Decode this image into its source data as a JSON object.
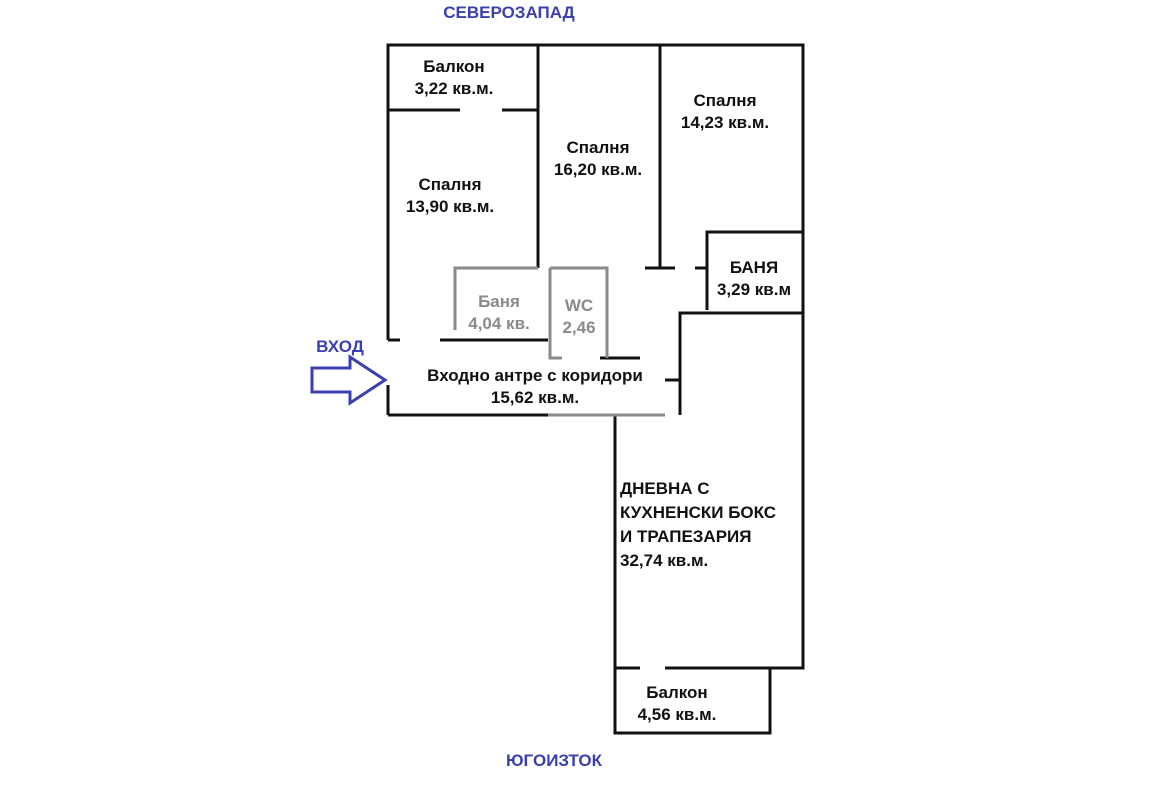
{
  "directions": {
    "north": "СЕВЕРОЗАПАД",
    "south": "ЮГОИЗТОК",
    "entrance": "ВХОД"
  },
  "rooms": [
    {
      "name": "Балкон",
      "area": "3,22 кв.м."
    },
    {
      "name": "Спалня",
      "area": "16,20 кв.м."
    },
    {
      "name": "Спалня",
      "area": "14,23 кв.м."
    },
    {
      "name": "Спалня",
      "area": "13,90 кв.м."
    },
    {
      "name": "БАНЯ",
      "area": "3,29 кв.м"
    },
    {
      "name": "Баня",
      "area": "4,04 кв."
    },
    {
      "name": "WC",
      "area": "2,46"
    },
    {
      "name": "Входно антре с коридори",
      "area": "15,62 кв.м."
    },
    {
      "name": "ДНЕВНА С",
      "name2": "КУХНЕНСКИ БОКС",
      "name3": "И ТРАПЕЗАРИЯ",
      "area": "32,74 кв.м."
    },
    {
      "name": "Балкон",
      "area": "4,56 кв.м."
    }
  ],
  "colors": {
    "wall": "#111111",
    "inner_wall": "#8a8a8a",
    "accent": "#3b3fb0"
  }
}
